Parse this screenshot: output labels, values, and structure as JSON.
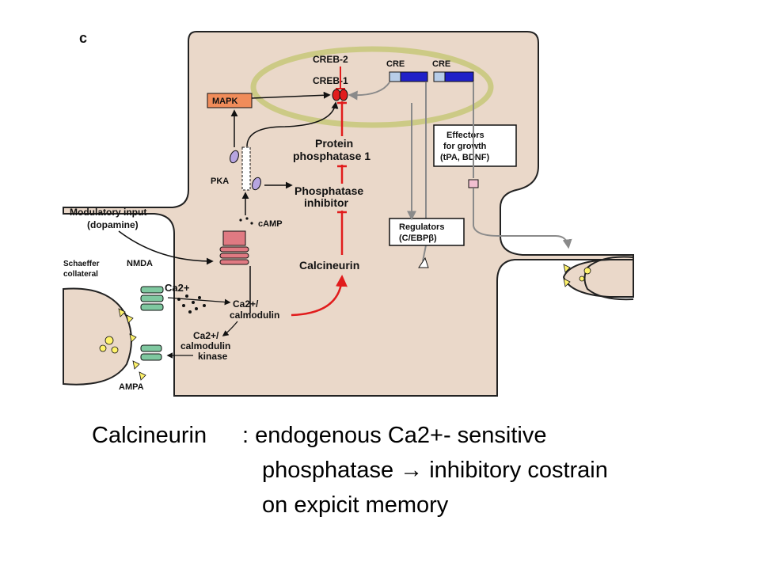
{
  "diagram": {
    "panel_letter": "c",
    "labels": {
      "creb2": "CREB-2",
      "creb1": "CREB-1",
      "cre1": "CRE",
      "cre2": "CRE",
      "mapk": "MAPK",
      "effectors_l1": "Effectors",
      "effectors_l2": "for growth",
      "effectors_l3": "(tPA, BDNF)",
      "pp1_l1": "Protein",
      "pp1_l2": "phosphatase 1",
      "pka": "PKA",
      "phosinh_l1": "Phosphatase",
      "phosinh_l2": "inhibitor",
      "camp": "cAMP",
      "mod_l1": "Modulatory input",
      "mod_l2": "(dopamine)",
      "regulators_l1": "Regulators",
      "regulators_l2": "(C/EBPβ)",
      "calcineurin": "Calcineurin",
      "schaffer_l1": "Schaeffer",
      "schaffer_l2": "collateral",
      "nmda": "NMDA",
      "ca2": "Ca2+",
      "cacalm_l1": "Ca2+/",
      "cacalm_l2": "calmodulin",
      "camk_l1": "Ca2+/",
      "camk_l2": "calmodulin",
      "camk_l3": "kinase",
      "ampa": "AMPA"
    },
    "colors": {
      "cell": "#EAD8C9",
      "nucleus": "#CCCA85",
      "mapk": "#F08C5A",
      "receptor": "#E07A82",
      "cre_bar": "#2020C8",
      "cre_box": "#B8CDE8",
      "red_path": "#E11C1C",
      "gray_path": "#8A8A8A",
      "channel": "#7FC8A0",
      "pka": "#B7A5E0"
    }
  },
  "caption": {
    "term": "Calcineurin",
    "line1": ": endogenous Ca2+- sensitive",
    "line2_a": "phosphatase",
    "arrow": "→",
    "line2_b": "inhibitory costrain",
    "line3": "on expicit memory"
  }
}
